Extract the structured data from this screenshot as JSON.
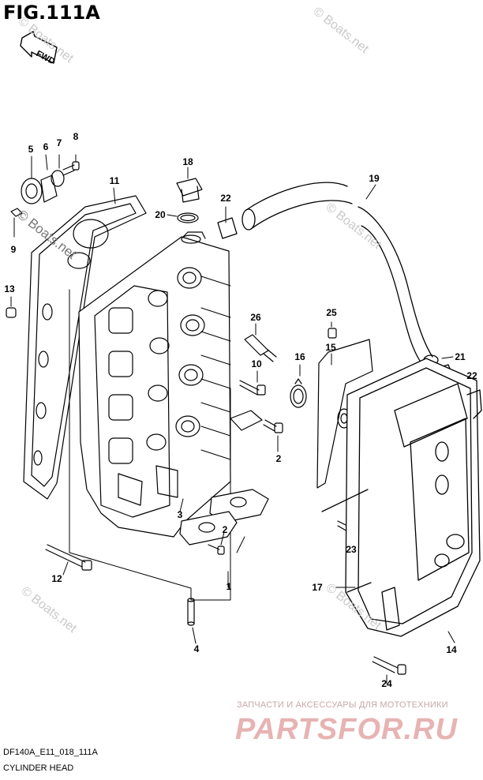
{
  "figure": {
    "title": "FIG.111A",
    "fwd_label": "FWD",
    "code": "DF140A_E11_018_111A",
    "name": "CYLINDER HEAD"
  },
  "watermarks": {
    "boats": "© Boats.net",
    "ru_line": "ЗАПЧАСТИ И АКСЕССУАРЫ ДЛЯ МОТОТЕХНИКИ",
    "ru_brand": "PARTSFOR.RU"
  },
  "callouts": [
    {
      "id": "1",
      "label": "1"
    },
    {
      "id": "2a",
      "label": "2"
    },
    {
      "id": "2b",
      "label": "2"
    },
    {
      "id": "3",
      "label": "3"
    },
    {
      "id": "4",
      "label": "4"
    },
    {
      "id": "5",
      "label": "5"
    },
    {
      "id": "6",
      "label": "6"
    },
    {
      "id": "7",
      "label": "7"
    },
    {
      "id": "8",
      "label": "8"
    },
    {
      "id": "9",
      "label": "9"
    },
    {
      "id": "10",
      "label": "10"
    },
    {
      "id": "11",
      "label": "11"
    },
    {
      "id": "12",
      "label": "12"
    },
    {
      "id": "13",
      "label": "13"
    },
    {
      "id": "14",
      "label": "14"
    },
    {
      "id": "15",
      "label": "15"
    },
    {
      "id": "16",
      "label": "16"
    },
    {
      "id": "17",
      "label": "17"
    },
    {
      "id": "18",
      "label": "18"
    },
    {
      "id": "19",
      "label": "19"
    },
    {
      "id": "20",
      "label": "20"
    },
    {
      "id": "21",
      "label": "21"
    },
    {
      "id": "22a",
      "label": "22"
    },
    {
      "id": "22b",
      "label": "22"
    },
    {
      "id": "23",
      "label": "23"
    },
    {
      "id": "24",
      "label": "24"
    },
    {
      "id": "25",
      "label": "25"
    },
    {
      "id": "26",
      "label": "26"
    }
  ]
}
